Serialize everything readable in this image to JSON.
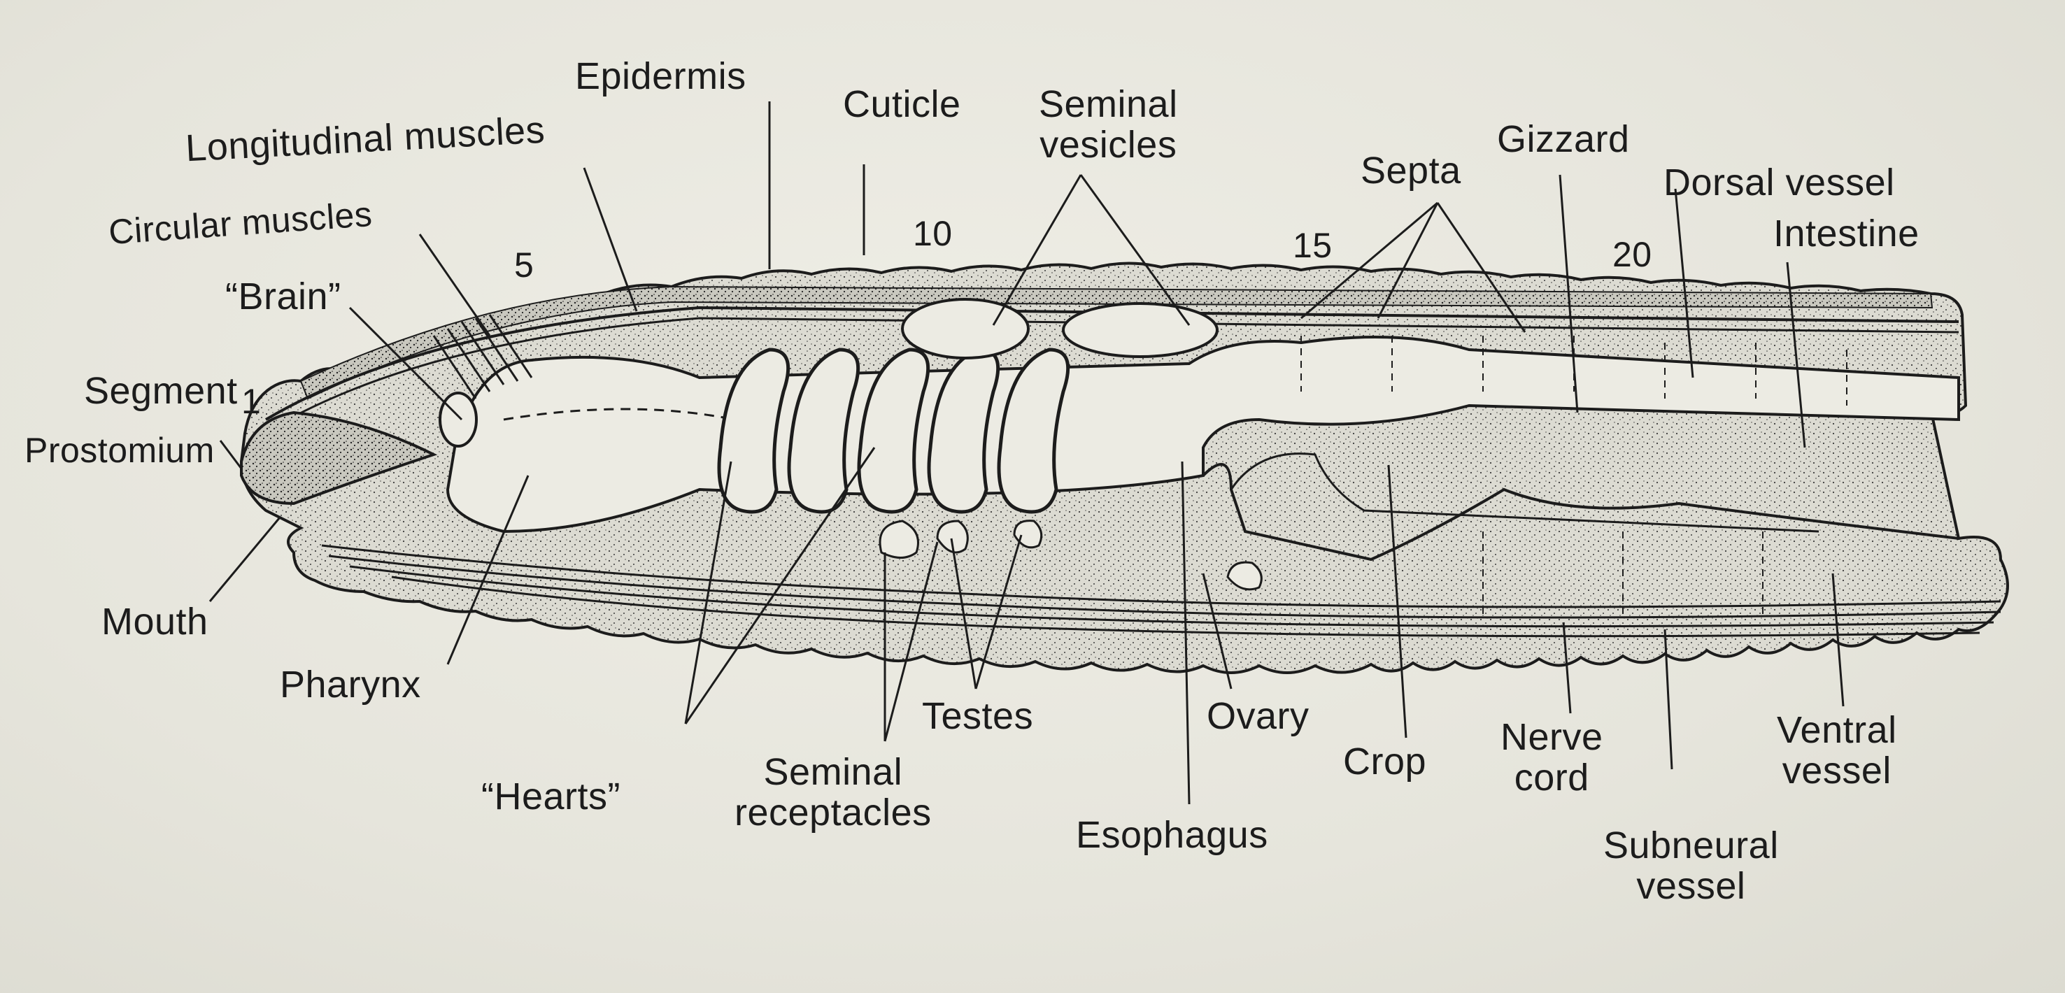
{
  "labels": {
    "epidermis": "Epidermis",
    "longitudinal_muscles": "Longitudinal muscles",
    "circular_muscles": "Circular muscles",
    "brain": "“Brain”",
    "segment": "Segment",
    "prostomium": "Prostomium",
    "mouth": "Mouth",
    "pharynx": "Pharynx",
    "hearts": "“Hearts”",
    "cuticle": "Cuticle",
    "seminal_vesicles_1": "Seminal",
    "seminal_vesicles_2": "vesicles",
    "septa": "Septa",
    "gizzard": "Gizzard",
    "dorsal_vessel": "Dorsal vessel",
    "intestine": "Intestine",
    "testes": "Testes",
    "seminal_receptacles_1": "Seminal",
    "seminal_receptacles_2": "receptacles",
    "ovary": "Ovary",
    "esophagus": "Esophagus",
    "crop": "Crop",
    "nerve_cord_1": "Nerve",
    "nerve_cord_2": "cord",
    "ventral_vessel_1": "Ventral",
    "ventral_vessel_2": "vessel",
    "subneural_vessel_1": "Subneural",
    "subneural_vessel_2": "vessel"
  },
  "segment_numbers": {
    "s1": "1",
    "s5": "5",
    "s10": "10",
    "s15": "15",
    "s20": "20"
  },
  "colors": {
    "ink": "#1c1c1c",
    "paper": "#e9e8df",
    "tissue": "#d9d8cf",
    "organ_fill": "#ecebe3"
  }
}
